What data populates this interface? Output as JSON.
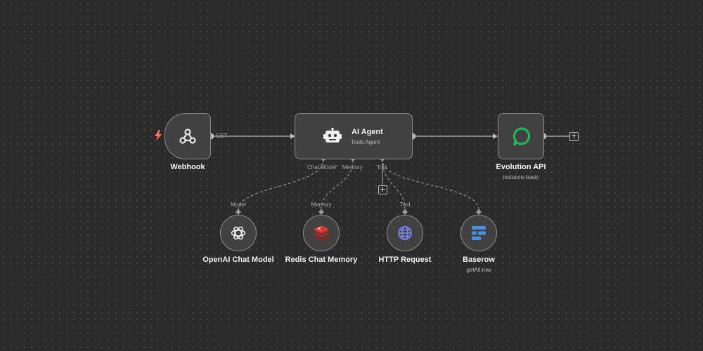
{
  "canvas": {
    "background": "#2b2b2b",
    "node_border": "#8c8c8c",
    "accent_trigger": "#ff6b5e"
  },
  "nodes": {
    "webhook": {
      "label": "Webhook",
      "icon": "webhook-icon",
      "trigger_icon": "lightning-bolt-icon"
    },
    "ai_agent": {
      "label": "AI Agent",
      "subtitle": "Tools Agent",
      "icon": "robot-icon"
    },
    "evolution_api": {
      "label": "Evolution API",
      "subtitle": "instance-basic",
      "icon": "chat-bubble-icon",
      "icon_color": "#1fb85a"
    },
    "openai": {
      "label": "OpenAI Chat Model",
      "icon": "openai-icon"
    },
    "redis": {
      "label": "Redis Chat Memory",
      "icon": "redis-icon",
      "icon_color": "#d82c20"
    },
    "http": {
      "label": "HTTP Request",
      "icon": "globe-icon",
      "icon_color": "#7b85e6"
    },
    "baserow": {
      "label": "Baserow",
      "subtitle": "getAll:row",
      "icon": "baserow-icon",
      "icon_color": "#4a90e2"
    }
  },
  "connections": {
    "webhook_out_label": "GET",
    "agent_inputs": {
      "chat_model": "Chat Model",
      "required_mark": "*",
      "memory": "Memory",
      "tool": "Tool"
    },
    "sub_inputs": {
      "openai": "Model",
      "redis": "Memory",
      "http": "Tool"
    }
  },
  "buttons": {
    "add_symbol": "+"
  }
}
